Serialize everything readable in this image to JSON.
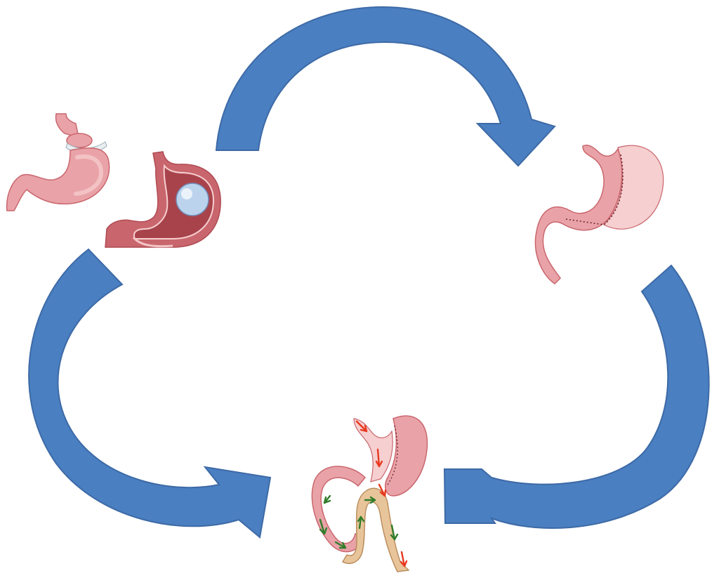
{
  "diagram": {
    "arrow_color": "#4a7fc1",
    "arrow_shade": "#3d6aa6",
    "stomach_fill": "#e9a3a8",
    "stomach_dark": "#c9666d",
    "stomach_light": "#f6cfd0",
    "bowel_fill": "#e8c49a",
    "balloon_fill": "#bcd3ee",
    "band_fill": "#e8eef2",
    "flow_red": "#e8391f",
    "flow_green": "#2f7d2a",
    "nodes": [
      {
        "name": "gastric-band-stomach-icon"
      },
      {
        "name": "gastric-balloon-stomach-icon"
      },
      {
        "name": "sleeve-gastrectomy-stomach-icon"
      },
      {
        "name": "gastric-bypass-stomach-icon"
      }
    ],
    "arrows": [
      {
        "name": "arrow-top-curved",
        "from": "band-balloon",
        "to": "sleeve"
      },
      {
        "name": "arrow-right-curved",
        "from": "sleeve",
        "to": "bypass"
      },
      {
        "name": "arrow-left-curved",
        "from": "band-balloon",
        "to": "bypass"
      }
    ]
  }
}
